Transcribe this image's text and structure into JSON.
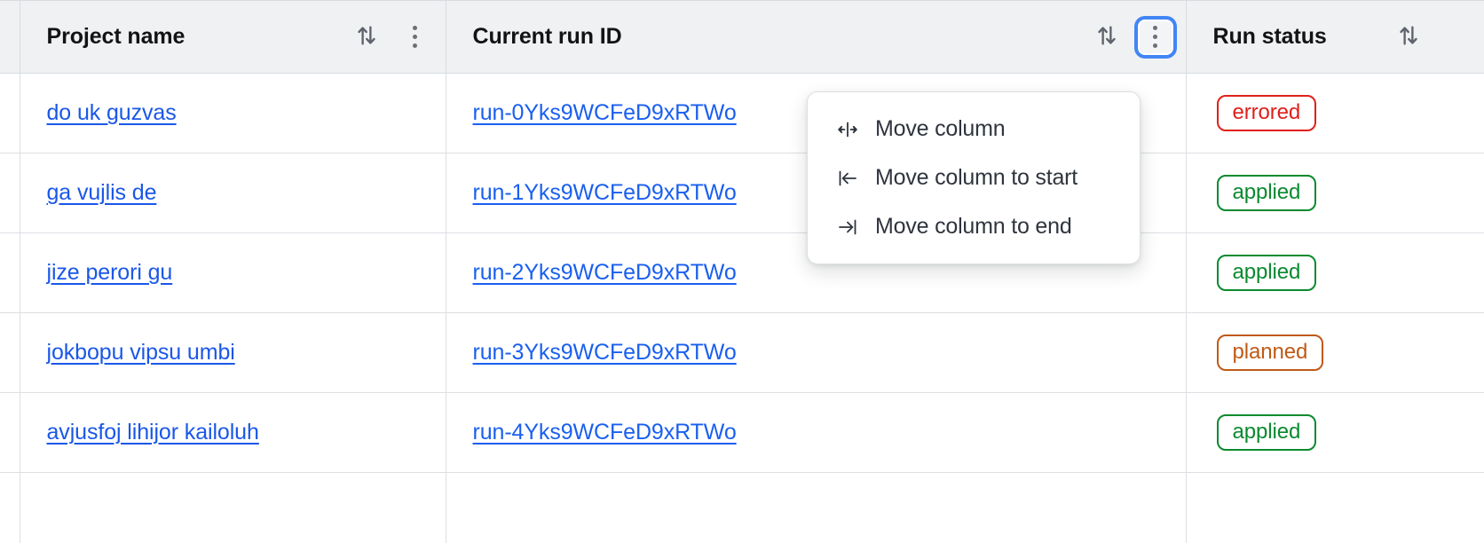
{
  "table": {
    "columns": [
      {
        "id": "project",
        "label": "Project name",
        "sort_icon": "sort-updown-icon",
        "menu_icon": "kebab-menu-icon",
        "menu_focused": false
      },
      {
        "id": "runid",
        "label": "Current run ID",
        "sort_icon": "sort-updown-icon",
        "menu_icon": "kebab-menu-icon",
        "menu_focused": true
      },
      {
        "id": "status",
        "label": "Run status",
        "sort_icon": "sort-updown-icon",
        "menu_icon": null,
        "menu_focused": false
      }
    ],
    "rows": [
      {
        "project": "do uk guzvas",
        "run_id": "run-0Yks9WCFeD9xRTWo",
        "status": "errored",
        "status_color": "#e0201b"
      },
      {
        "project": "ga vujlis de",
        "run_id": "run-1Yks9WCFeD9xRTWo",
        "status": "applied",
        "status_color": "#0a8a2e"
      },
      {
        "project": "jize perori gu",
        "run_id": "run-2Yks9WCFeD9xRTWo",
        "status": "applied",
        "status_color": "#0a8a2e"
      },
      {
        "project": "jokbopu vipsu umbi",
        "run_id": "run-3Yks9WCFeD9xRTWo",
        "status": "planned",
        "status_color": "#c05a16"
      },
      {
        "project": "avjusfoj lihijor kailoluh",
        "run_id": "run-4Yks9WCFeD9xRTWo",
        "status": "applied",
        "status_color": "#0a8a2e"
      }
    ]
  },
  "column_menu": {
    "open_for_column": "Current run ID",
    "items": [
      {
        "icon": "move-column-icon",
        "label": "Move column"
      },
      {
        "icon": "move-column-to-start-icon",
        "label": "Move column to start"
      },
      {
        "icon": "move-column-to-end-icon",
        "label": "Move column to end"
      }
    ]
  },
  "theme": {
    "header_background": "#eff1f3",
    "link_color": "#1a57e8",
    "focus_ring_color": "#4285f4",
    "border_color": "#dcdfe3"
  }
}
